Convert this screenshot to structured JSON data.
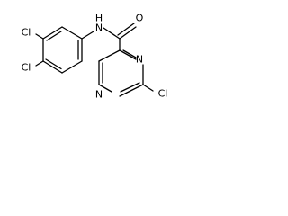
{
  "molecule": {
    "atoms": {
      "cl_upper": "Cl",
      "cl_lower": "Cl",
      "cl_pyrazine": "Cl",
      "amide_n": "N",
      "amide_h": "H",
      "amide_o": "O",
      "pyrazine_n1": "N",
      "pyrazine_n4": "N"
    }
  }
}
